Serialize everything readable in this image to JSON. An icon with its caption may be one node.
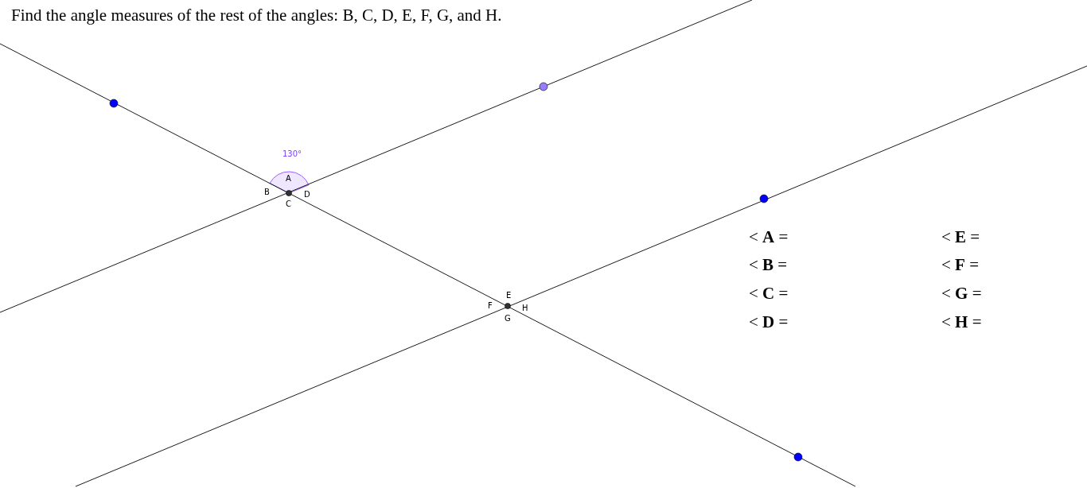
{
  "diagram": {
    "title": "Find the angle measures of the rest of the angles: B, C, D, E, F, G, and H.",
    "labels": [
      "130°",
      "A",
      "B",
      "D",
      "C",
      "E",
      "F",
      "H",
      "G",
      "< **A** =",
      "< **E** =",
      "< **B** =",
      "< **F** =",
      "< **C** =",
      "< **G** =",
      "< **D** =",
      "< **H** ="
    ]
  }
}
